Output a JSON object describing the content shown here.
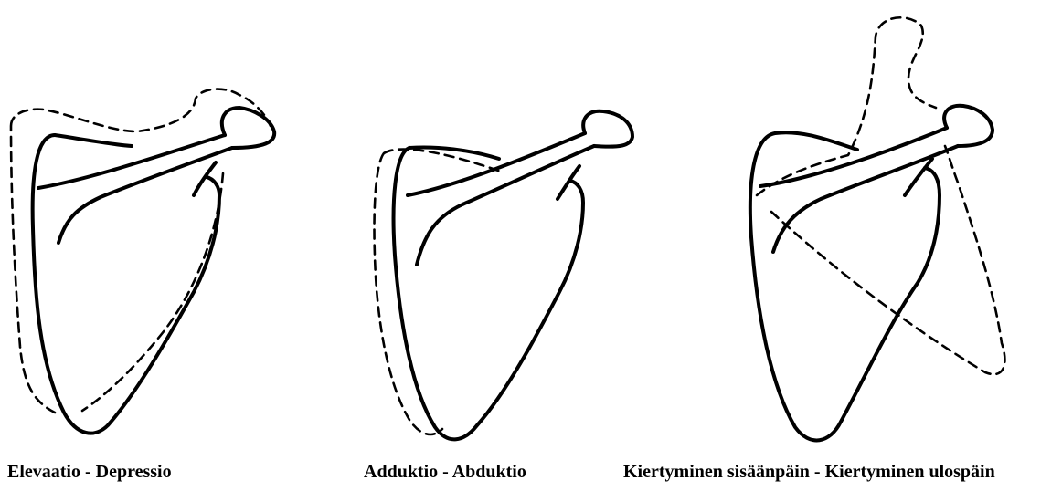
{
  "figures": [
    {
      "caption": "Elevaatio - Depressio"
    },
    {
      "caption": "Adduktio - Abduktio"
    },
    {
      "caption": "Kiertyminen sisäänpäin - Kiertyminen ulospäin"
    }
  ]
}
